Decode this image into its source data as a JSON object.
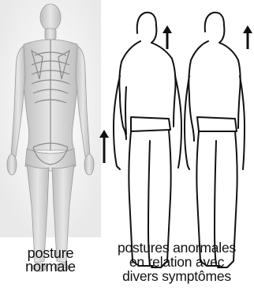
{
  "normal": {
    "caption_lines": [
      "posture",
      "normale"
    ]
  },
  "abnormal": {
    "caption_lines": [
      "postures anormales",
      "en relation avec",
      "divers symptômes"
    ]
  },
  "colors": {
    "background": "#ffffff",
    "line_art": "#111111",
    "anatomy_skin": "#d9d9d9",
    "anatomy_bone": "#f2f2f2"
  },
  "icons": [
    "up-arrow-icon"
  ]
}
